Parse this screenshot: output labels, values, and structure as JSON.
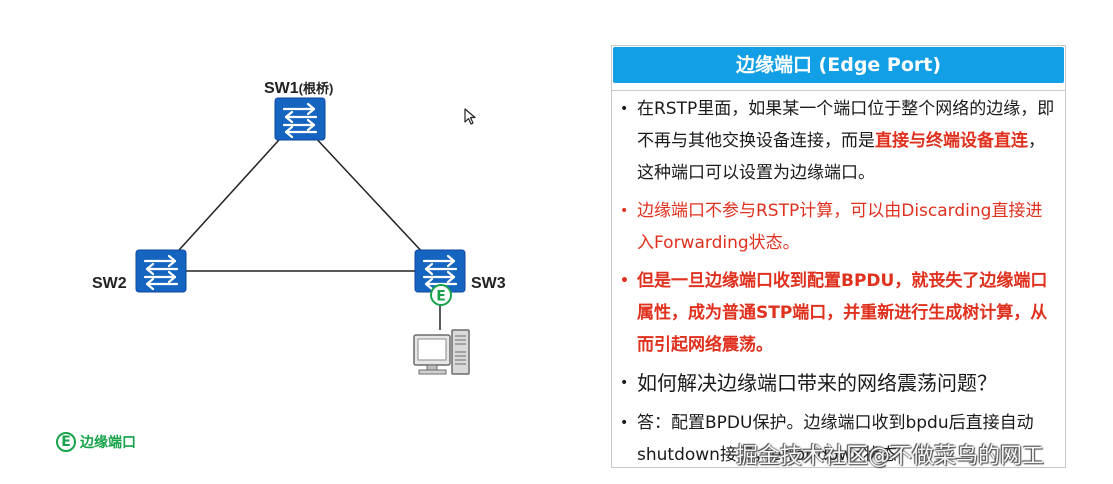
{
  "diagram": {
    "switches": [
      {
        "id": "sw1",
        "label": "SW1",
        "sublabel": "(根桥)"
      },
      {
        "id": "sw2",
        "label": "SW2"
      },
      {
        "id": "sw3",
        "label": "SW3"
      }
    ],
    "edge_badge": "E",
    "legend": {
      "badge": "E",
      "text": "边缘端口"
    },
    "colors": {
      "switch": "#1565c0",
      "edge": "#16a34a",
      "link": "#222222"
    }
  },
  "panel": {
    "title": "边缘端口 (Edge Port)",
    "bullets": [
      {
        "text_before": "在RSTP里面，如果某一个端口位于整个网络的边缘，即不再与其他交换设备连接，而是",
        "highlight": "直接与终端设备直连",
        "text_after": "，这种端口可以设置为边缘端口。"
      },
      {
        "text": "边缘端口不参与RSTP计算，可以由Discarding直接进入Forwarding状态。"
      },
      {
        "text": "但是一旦边缘端口收到配置BPDU，就丧失了边缘端口属性，成为普通STP端口，并重新进行生成树计算，从而引起网络震荡。"
      },
      {
        "text": "如何解决边缘端口带来的网络震荡问题？"
      },
      {
        "text": "答：配置BPDU保护。边缘端口收到bpdu后直接自动shutdown接口，error-down状态"
      }
    ],
    "colors": {
      "title_bg": "#129fe6",
      "accent": "#e0301e"
    }
  },
  "watermark": "掘金技术社区@不做菜鸟的网工"
}
